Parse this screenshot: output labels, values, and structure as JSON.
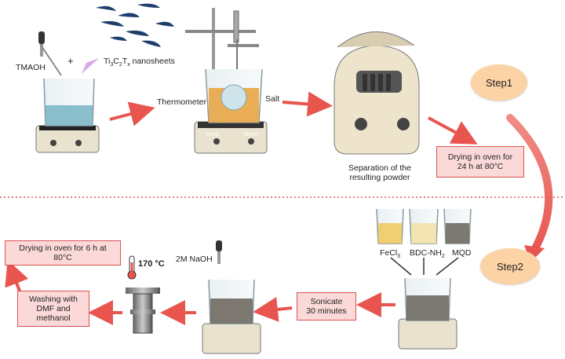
{
  "top_row": {
    "tmaoh_label": "TMAOH",
    "plus_sign": "+",
    "nanosheets_label_main": "Ti",
    "nanosheets_sub1": "3",
    "nanosheets_c": "C",
    "nanosheets_sub2": "2",
    "nanosheets_t": "T",
    "nanosheets_sub3": "x",
    "nanosheets_suffix": " nanosheets",
    "thermometer_label": "Thermometer",
    "salt_label": "Salt",
    "stirrer_temp_label": "Temp",
    "stirrer_stirrer_label": "Stirrer",
    "separation_label_line1": "Separation of the",
    "separation_label_line2": "resulting powder",
    "step1_label": "Step1",
    "drying1_line1": "Drying in oven for",
    "drying1_line2": "24 h at 80°C"
  },
  "bottom_row": {
    "step2_label": "Step2",
    "fecl3_main": "FeCl",
    "fecl3_sub": "3",
    "bdc_main": "BDC-NH",
    "bdc_sub": "2",
    "mqd_label": "MQD",
    "sonicate_line1": "Sonicate",
    "sonicate_line2": "30 minutes",
    "naoh_label": "2M NaOH",
    "temp_170": "170 °C",
    "washing_line1": "Washing with",
    "washing_line2": "DMF and",
    "washing_line3": "methanol",
    "drying2_line1": "Drying in oven for 6 h at",
    "drying2_line2": "80°C"
  },
  "colors": {
    "arrow_red": "#e8554f",
    "box_fill": "#fbd9d9",
    "step_fill": "#fbd3a4",
    "liquid_blue": "#7fb8c8",
    "salt_orange": "#e8a13a",
    "divider_red": "#d9534f"
  }
}
